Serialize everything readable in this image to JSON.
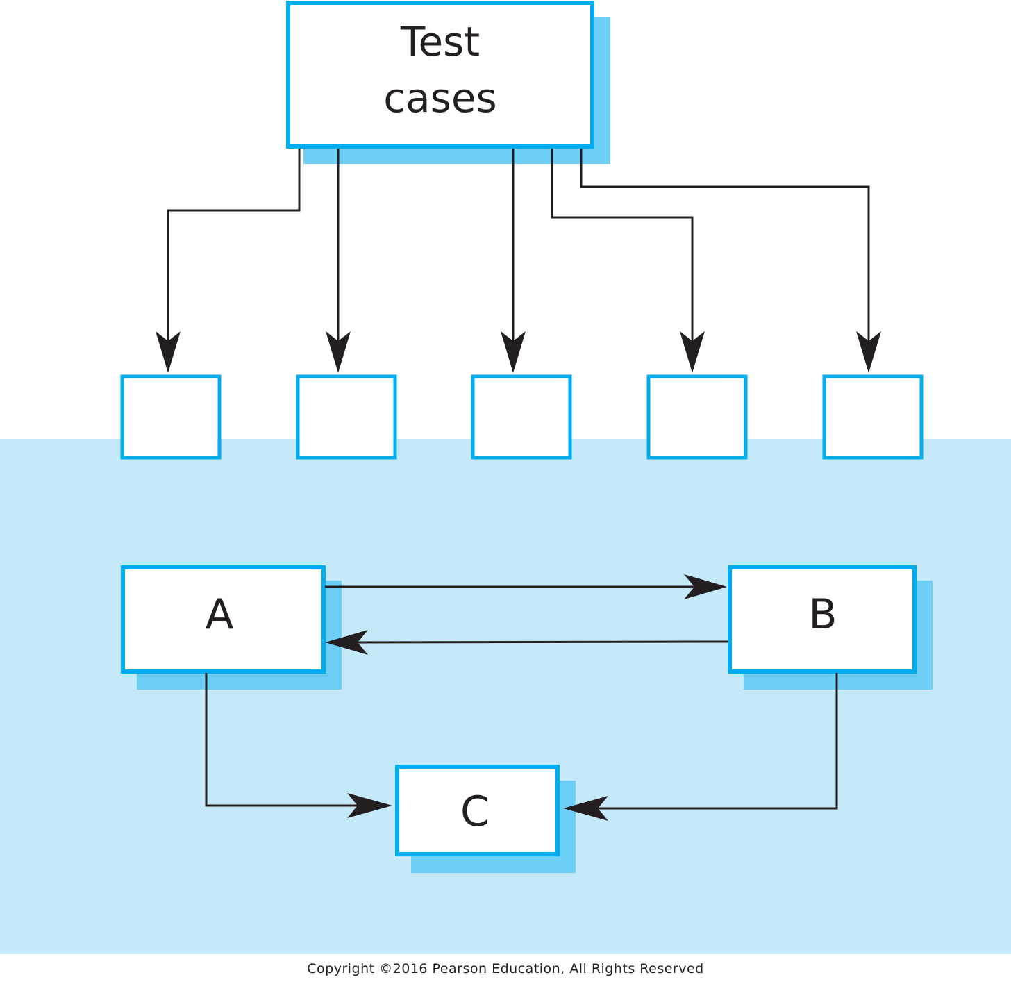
{
  "diagram": {
    "test_cases_label_line1": "Test",
    "test_cases_label_line2": "cases",
    "component_a": "A",
    "component_b": "B",
    "component_c": "C"
  },
  "caption": "Copyright ©2016 Pearson Education, All Rights Reserved",
  "colors": {
    "box_border": "#00aeef",
    "box_shadow": "#6dcff6",
    "interface_background": "#c5e9f9",
    "arrow": "#231f20"
  }
}
